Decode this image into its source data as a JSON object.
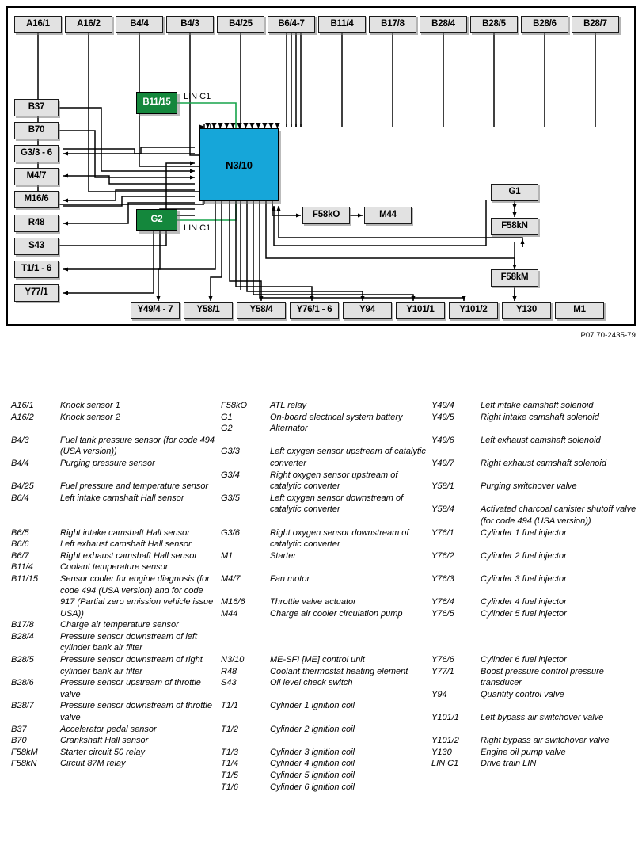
{
  "figure": {
    "caption": "P07.70-2435-79",
    "ecu": {
      "label": "N3/10",
      "color": "#16a6d9"
    },
    "lin_label": "LIN C1",
    "green_color": "#14873c",
    "box_color": "#e2e2e2",
    "top_nodes": [
      {
        "label": "A16/1"
      },
      {
        "label": "A16/2"
      },
      {
        "label": "B4/4"
      },
      {
        "label": "B4/3"
      },
      {
        "label": "B4/25"
      },
      {
        "label": "B6/4-7"
      },
      {
        "label": "B11/4"
      },
      {
        "label": "B17/8"
      },
      {
        "label": "B28/4"
      },
      {
        "label": "B28/5"
      },
      {
        "label": "B28/6"
      },
      {
        "label": "B28/7"
      }
    ],
    "left_nodes": [
      {
        "label": "B37"
      },
      {
        "label": "B70"
      },
      {
        "label": "G3/3 - 6"
      },
      {
        "label": "M4/7"
      },
      {
        "label": "M16/6"
      },
      {
        "label": "R48"
      },
      {
        "label": "S43"
      },
      {
        "label": "T1/1 - 6"
      },
      {
        "label": "Y77/1"
      }
    ],
    "bottom_nodes": [
      {
        "label": "Y49/4 - 7"
      },
      {
        "label": "Y58/1"
      },
      {
        "label": "Y58/4"
      },
      {
        "label": "Y76/1 - 6"
      },
      {
        "label": "Y94"
      },
      {
        "label": "Y101/1"
      },
      {
        "label": "Y101/2"
      },
      {
        "label": "Y130"
      },
      {
        "label": "M1"
      }
    ],
    "green_nodes": [
      {
        "label": "B11/15"
      },
      {
        "label": "G2"
      }
    ],
    "right_nodes": [
      {
        "label": "F58kO"
      },
      {
        "label": "M44"
      },
      {
        "label": "G1"
      },
      {
        "label": "F58kN"
      },
      {
        "label": "F58kM"
      }
    ]
  },
  "legend": {
    "column1": [
      {
        "code": "A16/1",
        "desc": "Knock sensor 1"
      },
      {
        "code": "A16/2",
        "desc": "Knock sensor 2"
      },
      {
        "code": "",
        "desc": ""
      },
      {
        "code": "B4/3",
        "desc": "Fuel tank pressure sensor (for code 494 (USA version))"
      },
      {
        "code": "B4/4",
        "desc": "Purging pressure sensor"
      },
      {
        "code": "",
        "desc": ""
      },
      {
        "code": "B4/25",
        "desc": "Fuel pressure and temperature sensor"
      },
      {
        "code": "B6/4",
        "desc": "Left intake camshaft Hall sensor"
      },
      {
        "code": "",
        "desc": ""
      },
      {
        "code": "",
        "desc": ""
      },
      {
        "code": "B6/5",
        "desc": "Right intake camshaft Hall sensor"
      },
      {
        "code": "B6/6",
        "desc": "Left exhaust camshaft Hall sensor"
      },
      {
        "code": "B6/7",
        "desc": "Right exhaust camshaft Hall sensor"
      },
      {
        "code": "B11/4",
        "desc": "Coolant temperature sensor"
      },
      {
        "code": "B11/15",
        "desc": "Sensor cooler for engine diagnosis (for code 494 (USA version) and for code 917 (Partial zero emission vehicle issue USA))"
      },
      {
        "code": "B17/8",
        "desc": "Charge air temperature sensor"
      },
      {
        "code": "B28/4",
        "desc": "Pressure sensor downstream of left cylinder bank air filter"
      },
      {
        "code": "B28/5",
        "desc": "Pressure sensor downstream of right cylinder bank air filter"
      },
      {
        "code": "B28/6",
        "desc": "Pressure sensor upstream of throttle valve"
      },
      {
        "code": "B28/7",
        "desc": "Pressure sensor downstream of throttle valve"
      },
      {
        "code": "B37",
        "desc": "Accelerator pedal sensor"
      },
      {
        "code": "B70",
        "desc": "Crankshaft Hall sensor"
      },
      {
        "code": "F58kM",
        "desc": "Starter circuit 50 relay"
      },
      {
        "code": "F58kN",
        "desc": "Circuit 87M relay"
      }
    ],
    "column2": [
      {
        "code": "F58kO",
        "desc": "ATL relay"
      },
      {
        "code": "G1",
        "desc": "On-board electrical system battery"
      },
      {
        "code": "G2",
        "desc": "Alternator"
      },
      {
        "code": "",
        "desc": ""
      },
      {
        "code": "G3/3",
        "desc": "Left oxygen sensor upstream of catalytic converter"
      },
      {
        "code": "G3/4",
        "desc": "Right oxygen sensor upstream of catalytic converter"
      },
      {
        "code": "G3/5",
        "desc": "Left oxygen sensor downstream of catalytic converter"
      },
      {
        "code": "",
        "desc": ""
      },
      {
        "code": "G3/6",
        "desc": "Right oxygen sensor downstream of catalytic converter"
      },
      {
        "code": "M1",
        "desc": "Starter"
      },
      {
        "code": "",
        "desc": ""
      },
      {
        "code": "M4/7",
        "desc": "Fan motor"
      },
      {
        "code": "",
        "desc": ""
      },
      {
        "code": "M16/6",
        "desc": "Throttle valve actuator"
      },
      {
        "code": "M44",
        "desc": "Charge air cooler circulation pump"
      },
      {
        "code": "",
        "desc": ""
      },
      {
        "code": "",
        "desc": ""
      },
      {
        "code": "",
        "desc": ""
      },
      {
        "code": "N3/10",
        "desc": "ME-SFI [ME] control unit"
      },
      {
        "code": "R48",
        "desc": "Coolant thermostat heating element"
      },
      {
        "code": "S43",
        "desc": "Oil level check switch"
      },
      {
        "code": "",
        "desc": ""
      },
      {
        "code": "T1/1",
        "desc": "Cylinder 1 ignition coil"
      },
      {
        "code": "",
        "desc": ""
      },
      {
        "code": "T1/2",
        "desc": "Cylinder 2 ignition coil"
      },
      {
        "code": "",
        "desc": ""
      },
      {
        "code": "T1/3",
        "desc": "Cylinder 3 ignition coil"
      },
      {
        "code": "T1/4",
        "desc": "Cylinder 4 ignition coil"
      },
      {
        "code": "T1/5",
        "desc": "Cylinder 5 ignition coil"
      },
      {
        "code": "T1/6",
        "desc": "Cylinder 6 ignition coil"
      }
    ],
    "column3": [
      {
        "code": "Y49/4",
        "desc": "Left intake camshaft solenoid"
      },
      {
        "code": "Y49/5",
        "desc": "Right intake camshaft solenoid"
      },
      {
        "code": "",
        "desc": ""
      },
      {
        "code": "Y49/6",
        "desc": "Left exhaust camshaft solenoid"
      },
      {
        "code": "",
        "desc": ""
      },
      {
        "code": "Y49/7",
        "desc": "Right exhaust camshaft solenoid"
      },
      {
        "code": "",
        "desc": ""
      },
      {
        "code": "Y58/1",
        "desc": "Purging switchover valve"
      },
      {
        "code": "",
        "desc": ""
      },
      {
        "code": "Y58/4",
        "desc": "Activated charcoal canister shutoff valve (for code 494 (USA version))"
      },
      {
        "code": "Y76/1",
        "desc": "Cylinder 1 fuel injector"
      },
      {
        "code": "",
        "desc": ""
      },
      {
        "code": "Y76/2",
        "desc": "Cylinder 2 fuel injector"
      },
      {
        "code": "",
        "desc": ""
      },
      {
        "code": "Y76/3",
        "desc": "Cylinder 3 fuel injector"
      },
      {
        "code": "",
        "desc": ""
      },
      {
        "code": "Y76/4",
        "desc": "Cylinder 4 fuel injector"
      },
      {
        "code": "Y76/5",
        "desc": "Cylinder 5 fuel injector"
      },
      {
        "code": "",
        "desc": ""
      },
      {
        "code": "",
        "desc": ""
      },
      {
        "code": "",
        "desc": ""
      },
      {
        "code": "Y76/6",
        "desc": "Cylinder 6 fuel injector"
      },
      {
        "code": "Y77/1",
        "desc": "Boost pressure control pressure transducer"
      },
      {
        "code": "Y94",
        "desc": "Quantity control valve"
      },
      {
        "code": "",
        "desc": ""
      },
      {
        "code": "Y101/1",
        "desc": "Left bypass air switchover valve"
      },
      {
        "code": "",
        "desc": ""
      },
      {
        "code": "Y101/2",
        "desc": "Right bypass air switchover valve"
      },
      {
        "code": "Y130",
        "desc": "Engine oil pump valve"
      },
      {
        "code": "LIN C1",
        "desc": "Drive train LIN"
      }
    ]
  }
}
